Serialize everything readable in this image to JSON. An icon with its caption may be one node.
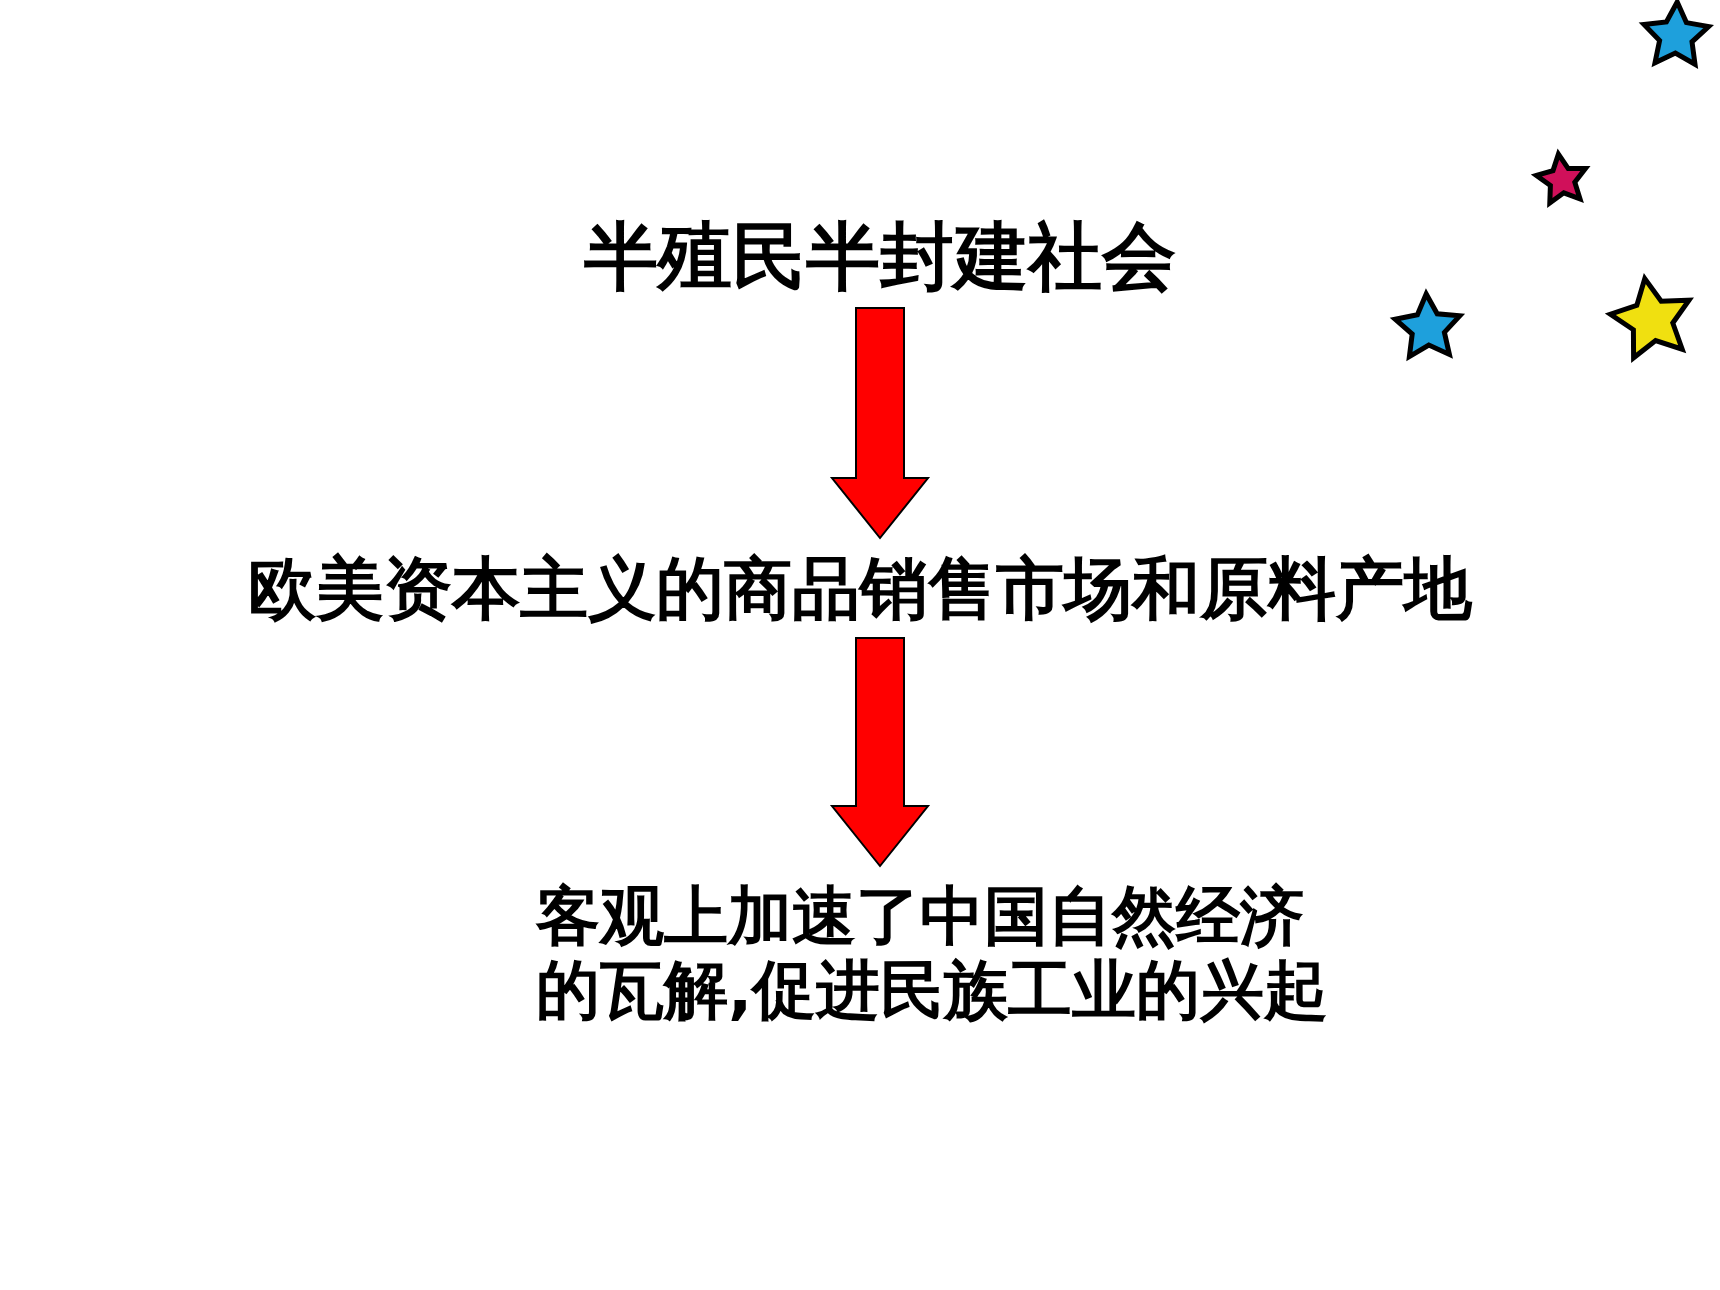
{
  "diagram": {
    "nodes": [
      {
        "text": [
          "半殖民半封建社会"
        ]
      },
      {
        "text": [
          "欧美资本主义的商品销售市场和原料产地"
        ]
      },
      {
        "text": [
          "客观上加速了中国自然经济的瓦解,促进民族工业的兴起"
        ]
      }
    ],
    "edges": [
      {
        "from": 0,
        "to": 1,
        "arrow": "to",
        "style": "thick",
        "color": "#ff0000"
      },
      {
        "from": 1,
        "to": 2,
        "arrow": "to",
        "style": "thick",
        "color": "#ff0000"
      }
    ]
  }
}
